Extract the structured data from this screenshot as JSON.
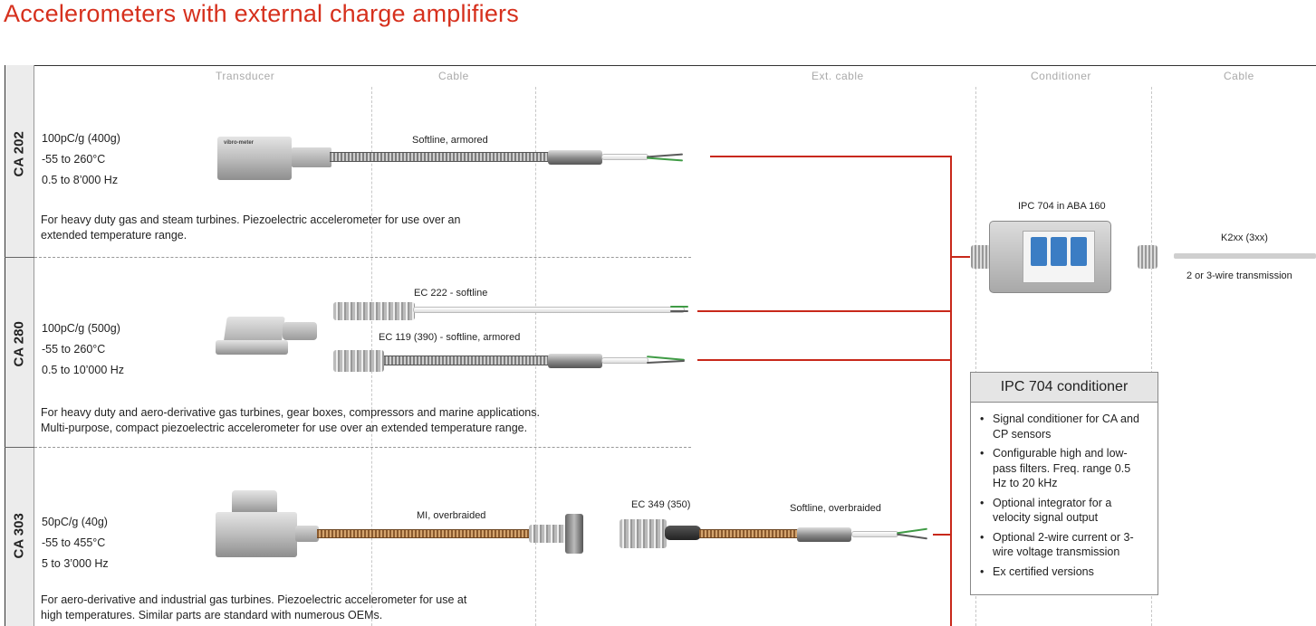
{
  "title": "Accelerometers with external charge amplifiers",
  "columns": [
    "Transducer",
    "Cable",
    "Ext. cable",
    "Conditioner",
    "Cable"
  ],
  "rows": [
    {
      "model": "CA 202",
      "specs": [
        "100pC/g (400g)",
        "-55 to 260°C",
        "0.5 to 8’000 Hz"
      ],
      "description": [
        "For heavy duty gas and steam turbines. Piezoelectric accelerometer for use over an",
        "extended temperature range."
      ],
      "cable_label": "Softline, armored",
      "sensor_text": "vibro-meter"
    },
    {
      "model": "CA 280",
      "specs": [
        "100pC/g (500g)",
        "-55 to 260°C",
        "0.5 to 10’000 Hz"
      ],
      "description": [
        "For heavy duty and aero-derivative gas turbines, gear boxes, compressors and marine applications.",
        "Multi-purpose, compact piezoelectric accelerometer for use over an extended temperature range."
      ],
      "cable_labels": [
        "EC 222 - softline",
        "EC 119 (390) - softline, armored"
      ]
    },
    {
      "model": "CA 303",
      "specs": [
        "50pC/g (40g)",
        "-55 to 455°C",
        "5 to 3’000 Hz"
      ],
      "description": [
        "For aero-derivative and industrial gas turbines. Piezoelectric accelerometer for use at",
        "high temperatures. Similar parts are standard with numerous OEMs."
      ],
      "cable_label": "MI, overbraided",
      "ext_cable_label": "EC 349 (350)",
      "ext_cable_label_2": "Softline, overbraided"
    }
  ],
  "junction_box_label": "IPC 704 in ABA 160",
  "output_cable_label": "K2xx (3xx)",
  "output_cable_note": "2 or 3-wire transmission",
  "conditioner": {
    "title": "IPC 704 conditioner",
    "features": [
      "Signal conditioner for CA and CP sensors",
      "Configurable high and low-pass filters. Freq. range 0.5 Hz to 20 kHz",
      "Optional integrator for a velocity signal output",
      "Optional 2-wire current or 3-wire voltage transmission",
      "Ex certified versions"
    ]
  },
  "colors": {
    "accent": "#d6301d",
    "signal_line": "#c8281a"
  }
}
